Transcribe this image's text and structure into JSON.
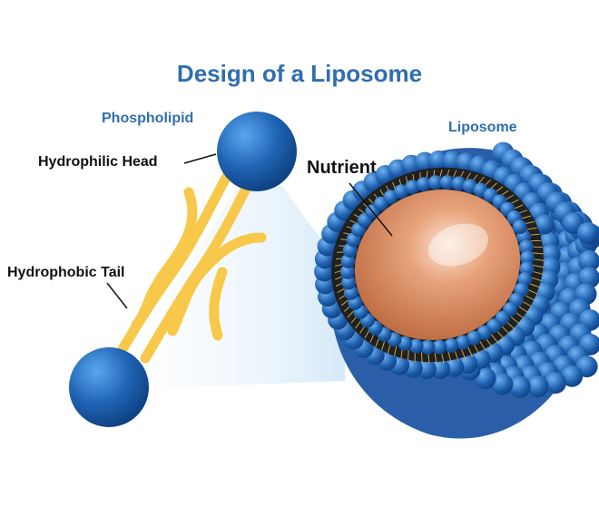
{
  "title": "Design of a Liposome",
  "labels": {
    "phospholipid": "Phospholipid",
    "hydrophilic_head": "Hydrophilic Head",
    "hydrophobic_tail": "Hydrophobic Tail",
    "nutrient": "Nutrient",
    "liposome": "Liposome"
  },
  "colors": {
    "title": "#2f6fad",
    "head_blue": "#1f63b3",
    "tail_yellow": "#f7c84a",
    "nutrient_core": "#d98a5e"
  }
}
